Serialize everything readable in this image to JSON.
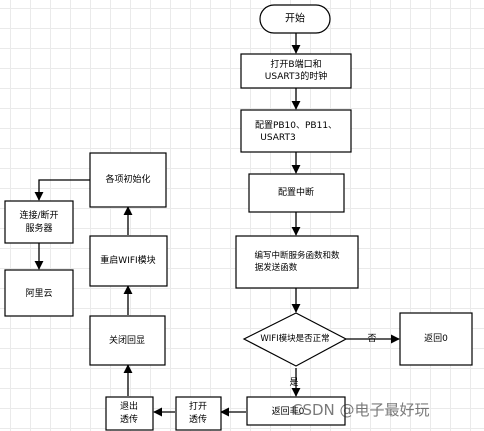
{
  "nodes": {
    "start": "开始",
    "open_clock_line1": "打开B端口和",
    "open_clock_line2": "USART3的时钟",
    "config_pins_line1": "配置PB10、PB11、",
    "config_pins_line2": "USART3",
    "config_interrupt": "配置中断",
    "write_funcs_line1": "编写中断服务函数和数",
    "write_funcs_line2": "据发送函数",
    "wifi_check": "WIFI模块是否正常",
    "return_zero": "返回0",
    "return_nonzero": "返回非0",
    "open_passthrough_line1": "打开",
    "open_passthrough_line2": "透传",
    "exit_passthrough_line1": "退出",
    "exit_passthrough_line2": "透传",
    "close_echo": "关闭回显",
    "restart_wifi": "重启WIFI模块",
    "init_all": "各项初始化",
    "connect_server_line1": "连接/断开",
    "connect_server_line2": "服务器",
    "aliyun": "阿里云"
  },
  "edges": {
    "no_label": "否",
    "yes_label": "是"
  },
  "watermark": "CSDN @电子最好玩",
  "colors": {
    "background": "#ffffff",
    "grid": "#eaeaea",
    "stroke": "#000000",
    "text": "#000000"
  }
}
